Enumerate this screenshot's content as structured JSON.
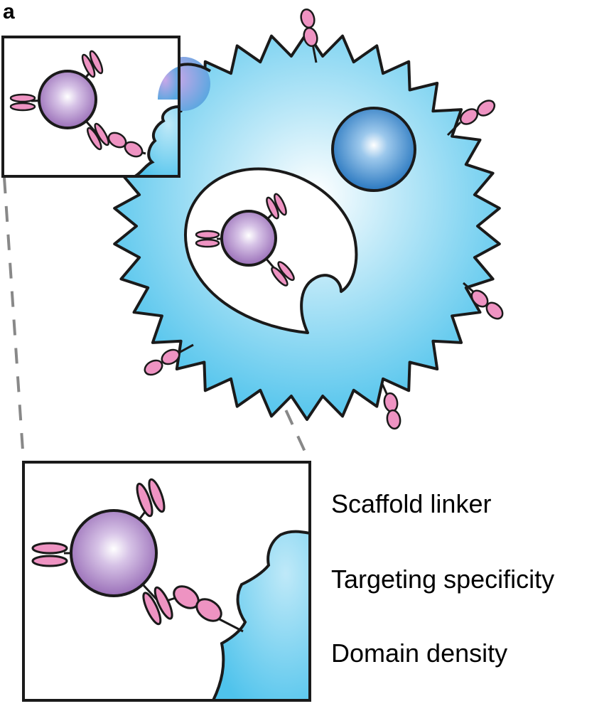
{
  "panel_letter": "a",
  "labels": {
    "scaffold_linker": "Scaffold linker",
    "targeting_specificity": "Targeting specificity",
    "domain_density": "Domain density"
  },
  "colors": {
    "cell_blue": "#4fc3ec",
    "cell_light": "#e6f7fd",
    "nucleus_blue": "#2a78c0",
    "scaffold_purple": "#9a6fb8",
    "domain_pink": "#ee93c2",
    "outline": "#1a1a1a",
    "dash_gray": "#888888"
  }
}
